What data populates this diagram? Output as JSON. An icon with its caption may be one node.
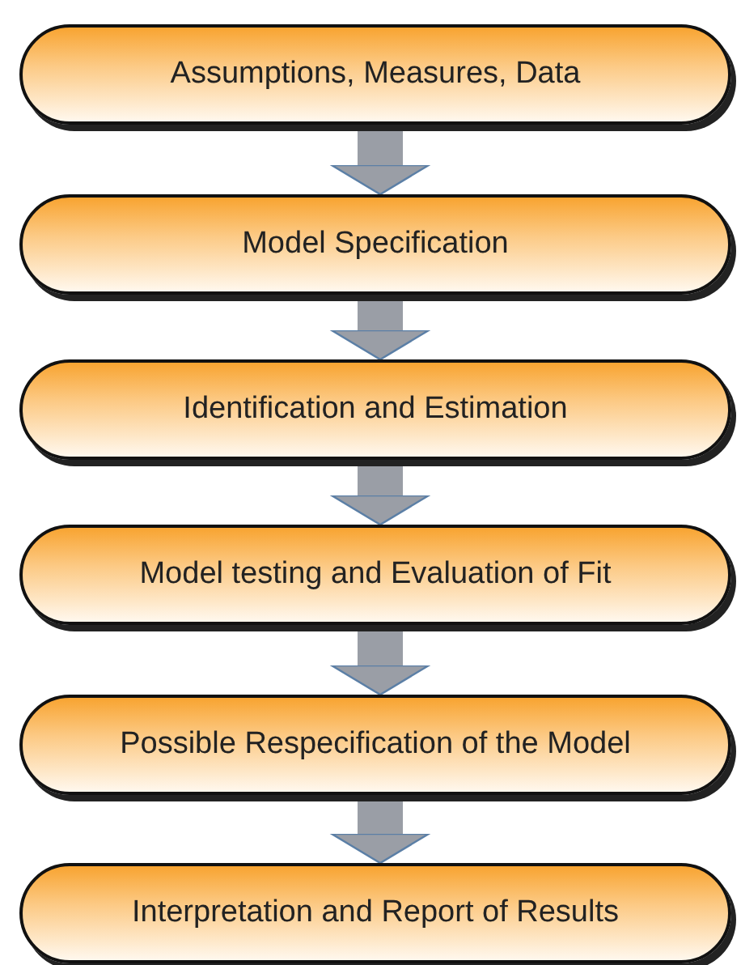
{
  "diagram": {
    "nodes": [
      {
        "text": [
          "Assumptions, Measures, Data"
        ]
      },
      {
        "text": [
          "Model Specification"
        ]
      },
      {
        "text": [
          "Identification and Estimation"
        ]
      },
      {
        "text": [
          "Model testing and Evaluation of Fit"
        ]
      },
      {
        "text": [
          "Possible Respecification of the Model"
        ]
      },
      {
        "text": [
          "Interpretation and Report of Results"
        ]
      }
    ],
    "edges": [
      {
        "from": 0,
        "to": 1,
        "arrow": "to"
      },
      {
        "from": 1,
        "to": 2,
        "arrow": "to"
      },
      {
        "from": 2,
        "to": 3,
        "arrow": "to"
      },
      {
        "from": 3,
        "to": 4,
        "arrow": "to"
      },
      {
        "from": 4,
        "to": 5,
        "arrow": "to"
      }
    ]
  }
}
